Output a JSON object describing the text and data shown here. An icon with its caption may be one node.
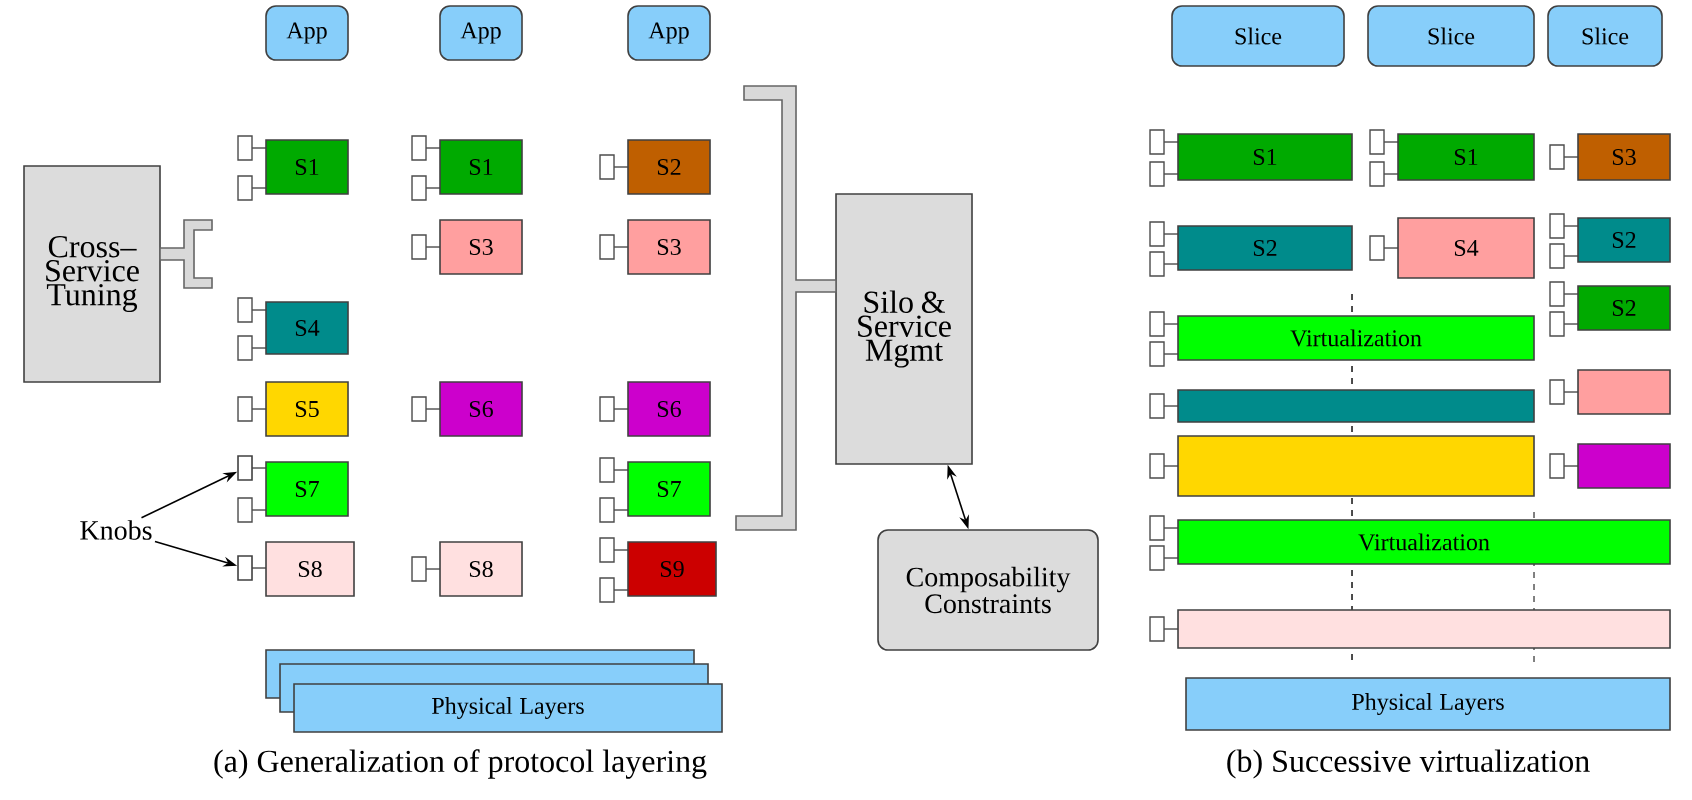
{
  "diagram": {
    "nodes": [
      {
        "text": [
          "App"
        ]
      },
      {
        "text": [
          "App"
        ]
      },
      {
        "text": [
          "App"
        ]
      },
      {
        "text": [
          "Cross– Service Tuning"
        ]
      },
      {
        "text": [
          "S1"
        ]
      },
      {
        "text": [
          "S1"
        ]
      },
      {
        "text": [
          "S2"
        ]
      },
      {
        "text": [
          "S3"
        ]
      },
      {
        "text": [
          "S3"
        ]
      },
      {
        "text": [
          "S4"
        ]
      },
      {
        "text": [
          "S5"
        ]
      },
      {
        "text": [
          "S6"
        ]
      },
      {
        "text": [
          "S6"
        ]
      },
      {
        "text": [
          "S7"
        ]
      },
      {
        "text": [
          "S7"
        ]
      },
      {
        "text": [
          "S8"
        ]
      },
      {
        "text": [
          "S8"
        ]
      },
      {
        "text": [
          "S9"
        ]
      },
      {
        "text": [
          "Silo & Service Mgmt"
        ]
      },
      {
        "text": [
          "Composability Constraints"
        ]
      },
      {
        "text": [
          "Physical Layers"
        ]
      },
      {
        "text": [
          "Knobs"
        ]
      },
      {
        "text": [],
        "shape": "box"
      },
      {
        "text": [],
        "shape": "box"
      },
      {
        "text": [
          "Slice"
        ]
      },
      {
        "text": [
          "Slice"
        ]
      },
      {
        "text": [
          "Slice"
        ]
      },
      {
        "text": [
          "S1"
        ]
      },
      {
        "text": [
          "S1"
        ]
      },
      {
        "text": [
          "S3"
        ]
      },
      {
        "text": [
          "S2"
        ]
      },
      {
        "text": [
          "S4"
        ]
      },
      {
        "text": [
          "S2"
        ]
      },
      {
        "text": [
          "S2"
        ]
      },
      {
        "text": [
          "Virtualization"
        ]
      },
      {
        "text": [],
        "shape": "bar"
      },
      {
        "text": [],
        "shape": "box"
      },
      {
        "text": [],
        "shape": "bar"
      },
      {
        "text": [],
        "shape": "box"
      },
      {
        "text": [
          "Virtualization"
        ]
      },
      {
        "text": [],
        "shape": "bar"
      },
      {
        "text": [
          "Physical Layers"
        ]
      },
      {
        "text": [],
        "shape": "bracket"
      },
      {
        "text": [],
        "shape": "bracket"
      }
    ],
    "edges": [
      {
        "from": 21,
        "to": 22,
        "arrow": "to"
      },
      {
        "from": 21,
        "to": 23,
        "arrow": "to"
      },
      {
        "from": 18,
        "to": 19,
        "arrow": "both"
      }
    ],
    "labels": [
      "(a) Generalization of protocol layering",
      "(b) Successive virtualization"
    ]
  }
}
